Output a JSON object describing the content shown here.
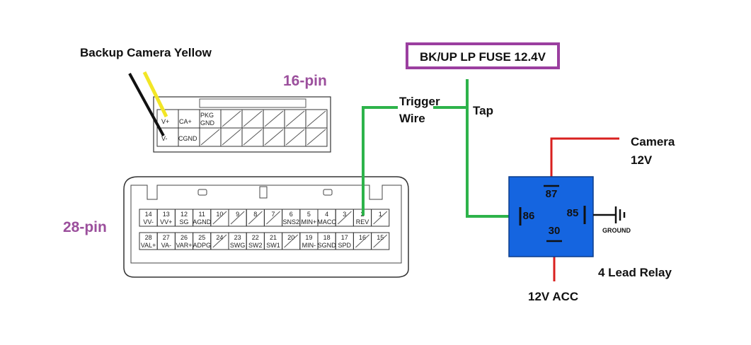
{
  "labels": {
    "backup_camera": "Backup Camera Yellow",
    "pin16_title": "16-pin",
    "pin28_title": "28-pin",
    "fuse": "BK/UP LP FUSE 12.4V",
    "trigger_line1": "Trigger",
    "trigger_line2": "Wire",
    "tap": "Tap",
    "camera_line1": "Camera",
    "camera_line2": "12V",
    "relay_name": "4 Lead Relay",
    "acc": "12V ACC",
    "ground": "GROUND"
  },
  "relay": {
    "pin87": "87",
    "pin86": "86",
    "pin85": "85",
    "pin30": "30"
  },
  "connector16": {
    "v_plus": "V+",
    "ca_plus": "CA+",
    "pkg_line1": "PKG",
    "pkg_line2": "GND",
    "v_minus": "V-",
    "cgnd": "CGND"
  },
  "connector28": {
    "top_row": [
      {
        "num": "14",
        "name": "VV-"
      },
      {
        "num": "13",
        "name": "VV+"
      },
      {
        "num": "12",
        "name": "SG"
      },
      {
        "num": "11",
        "name": "AGND"
      },
      {
        "num": "10",
        "name": ""
      },
      {
        "num": "9",
        "name": ""
      },
      {
        "num": "8",
        "name": ""
      },
      {
        "num": "7",
        "name": ""
      },
      {
        "num": "6",
        "name": "SNS2"
      },
      {
        "num": "5",
        "name": "MIN+"
      },
      {
        "num": "4",
        "name": "MACC"
      },
      {
        "num": "3",
        "name": ""
      },
      {
        "num": "2",
        "name": "REV"
      },
      {
        "num": "1",
        "name": ""
      }
    ],
    "bottom_row": [
      {
        "num": "28",
        "name": "VAL+"
      },
      {
        "num": "27",
        "name": "VA-"
      },
      {
        "num": "26",
        "name": "VAR+"
      },
      {
        "num": "25",
        "name": "ADPG"
      },
      {
        "num": "24",
        "name": ""
      },
      {
        "num": "23",
        "name": "SWG"
      },
      {
        "num": "22",
        "name": "SW2"
      },
      {
        "num": "21",
        "name": "SW1"
      },
      {
        "num": "20",
        "name": ""
      },
      {
        "num": "19",
        "name": "MIN-"
      },
      {
        "num": "18",
        "name": "SGND"
      },
      {
        "num": "17",
        "name": "SPD"
      },
      {
        "num": "16",
        "name": ""
      },
      {
        "num": "15",
        "name": ""
      }
    ]
  },
  "colors": {
    "trigger_wire": "#2db34a",
    "power_wire": "#d9201f",
    "camera_wire": "#f2e626",
    "ground_wire": "#111111",
    "relay_fill": "#1565e0",
    "fuse_border": "#9b3fa0",
    "pin_title": "#9b4f9c"
  }
}
